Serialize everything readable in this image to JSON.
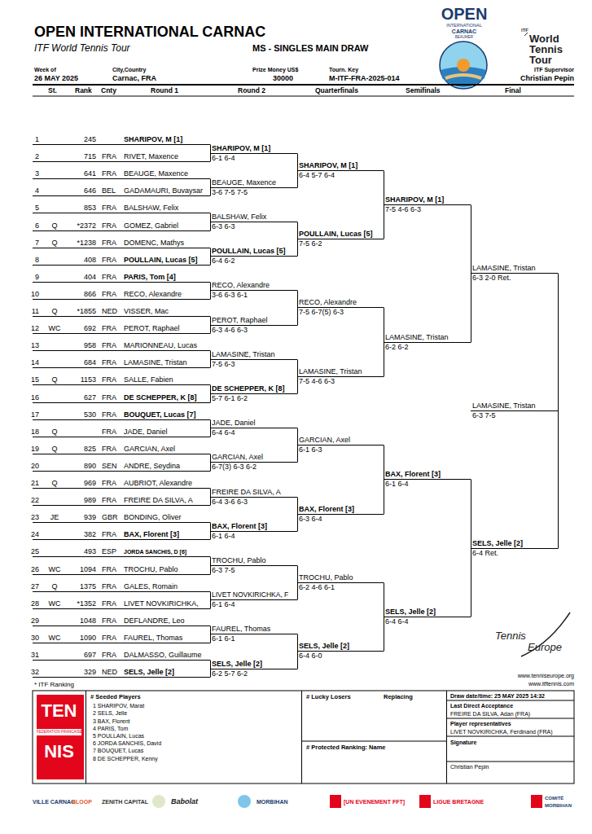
{
  "diagram": {
    "title": "OPEN INTERNATIONAL CARNAC",
    "nodes": [
      {
        "text": [
          "TEN",
          "FEDERATION FRANCAISE",
          "NIS"
        ]
      },
      {
        "text": [
          "# Seeded Players",
          "1  SHARIPOV, Marat",
          "2  SELS, Jelle",
          "3  BAX, Florent",
          "4  PARIS, Tom",
          "5  POULLAIN, Lucas",
          "6  JORDA SANCHIS, David",
          "7  BOUQUET, Lucas",
          "8  DE SCHEPPER, Kenny"
        ]
      },
      {
        "text": [
          "# Lucky Losers",
          "Replacing",
          "# Protected Ranking: Name"
        ]
      },
      {
        "text": [
          "Draw date/time: 25 MAY 2025 14:32",
          "Last Direct Acceptance",
          "FREIRE DA SILVA, Adan (FRA)",
          "Player representatives",
          "LIVET NOVKIRICHKA, Ferdinand (FRA)",
          "Signature",
          "Christian Pepin"
        ]
      }
    ],
    "labels": [
      "ITF World Tennis Tour",
      "MS - SINGLES MAIN DRAW",
      "OPEN",
      "INTERNATIONAL",
      "CARNAC",
      "BEAUMER",
      "ITF",
      "World",
      "Tennis",
      "Tour",
      "Week of",
      "26 MAY 2025",
      "City,Country",
      "Carnac, FRA",
      "Prize Money US$",
      "30000",
      "Tourn. Key",
      "M-ITF-FRA-2025-014",
      "ITF Supervisor",
      "Christian Pepin",
      "St.",
      "Rank",
      "Cnty",
      "Round 1",
      "Round 2",
      "Quarterfinals",
      "Semifinals",
      "Final",
      "1",
      "245",
      "SHARIPOV, M [1]",
      "2",
      "715",
      "FRA",
      "RIVET, Maxence",
      "3",
      "641",
      "FRA",
      "BEAUGE, Maxence",
      "4",
      "646",
      "BEL",
      "GADAMAURI, Buvaysar",
      "5",
      "853",
      "FRA",
      "BALSHAW, Felix",
      "6",
      "Q",
      "*2372",
      "FRA",
      "GOMEZ, Gabriel",
      "7",
      "Q",
      "*1238",
      "FRA",
      "DOMENC, Mathys",
      "8",
      "408",
      "FRA",
      "POULLAIN, Lucas [5]",
      "9",
      "404",
      "FRA",
      "PARIS, Tom [4]",
      "10",
      "866",
      "FRA",
      "RECO, Alexandre",
      "11",
      "Q",
      "*1855",
      "NED",
      "VISSER, Mac",
      "12",
      "WC",
      "692",
      "FRA",
      "PEROT, Raphael",
      "13",
      "958",
      "FRA",
      "MARIONNEAU, Lucas",
      "14",
      "684",
      "FRA",
      "LAMASINE, Tristan",
      "15",
      "Q",
      "1153",
      "FRA",
      "SALLE, Fabien",
      "16",
      "627",
      "FRA",
      "DE SCHEPPER, K [8]",
      "17",
      "530",
      "FRA",
      "BOUQUET, Lucas [7]",
      "18",
      "Q",
      "FRA",
      "JADE, Daniel",
      "19",
      "Q",
      "825",
      "FRA",
      "GARCIAN, Axel",
      "20",
      "890",
      "SEN",
      "ANDRE, Seydina",
      "21",
      "Q",
      "969",
      "FRA",
      "AUBRIOT, Alexandre",
      "22",
      "989",
      "FRA",
      "FREIRE DA SILVA, A",
      "23",
      "JE",
      "939",
      "GBR",
      "BONDING, Oliver",
      "24",
      "382",
      "FRA",
      "BAX, Florent [3]",
      "25",
      "493",
      "ESP",
      "JORDA SANCHIS, D [6]",
      "26",
      "WC",
      "1094",
      "FRA",
      "TROCHU, Pablo",
      "27",
      "Q",
      "1375",
      "FRA",
      "GALES, Romain",
      "28",
      "WC",
      "*1352",
      "FRA",
      "LIVET NOVKIRICHKA,",
      "29",
      "1048",
      "FRA",
      "DEFLANDRE, Leo",
      "30",
      "WC",
      "1090",
      "FRA",
      "FAUREL, Thomas",
      "31",
      "697",
      "FRA",
      "DALMASSO, Guillaume",
      "32",
      "329",
      "NED",
      "SELS, Jelle [2]",
      "SHARIPOV, M [1]",
      "6-1 6-4",
      "BEAUGE, Maxence",
      "3-6 7-5 7-5",
      "BALSHAW, Felix",
      "6-3 6-3",
      "POULLAIN, Lucas [5]",
      "6-4 6-2",
      "RECO, Alexandre",
      "3-6 6-3 6-1",
      "PEROT, Raphael",
      "6-3 4-6 6-3",
      "LAMASINE, Tristan",
      "7-5 6-3",
      "DE SCHEPPER, K [8]",
      "5-7 6-1 6-2",
      "JADE, Daniel",
      "6-4 6-4",
      "GARCIAN, Axel",
      "6-7(3) 6-3 6-2",
      "FREIRE DA SILVA, A",
      "6-4 3-6 6-3",
      "BAX, Florent [3]",
      "6-1 6-4",
      "TROCHU, Pablo",
      "6-3 7-5",
      "LIVET NOVKIRICHKA, F",
      "6-1 6-4",
      "FAUREL, Thomas",
      "6-1 6-1",
      "SELS, Jelle [2]",
      "6-2 5-7 6-2",
      "SHARIPOV, M [1]",
      "6-4 5-7 6-4",
      "POULLAIN, Lucas [5]",
      "7-5 6-2",
      "RECO, Alexandre",
      "7-5 6-7(5) 6-3",
      "LAMASINE, Tristan",
      "7-5 4-6 6-3",
      "GARCIAN, Axel",
      "6-1 6-3",
      "BAX, Florent [3]",
      "6-3 6-4",
      "TROCHU, Pablo",
      "6-2 4-6 6-1",
      "SELS, Jelle [2]",
      "6-4 6-0",
      "SHARIPOV, M [1]",
      "7-5 4-6 6-3",
      "LAMASINE, Tristan",
      "6-2 6-2",
      "BAX, Florent [3]",
      "6-1 6-4",
      "SELS, Jelle [2]",
      "6-4 6-4",
      "LAMASINE, Tristan",
      "6-3 2-0 Ret.",
      "SELS, Jelle [2]",
      "6-4 Ret.",
      "LAMASINE, Tristan",
      "6-3 7-5",
      "* ITF Ranking",
      "Tennis",
      "Europe",
      "www.tenniseurope.org",
      "www.itftennis.com",
      "VILLE CARNAC",
      "BLOOP",
      "ZENITH CAPITAL",
      "Babolat",
      "MORBIHAN",
      "[UN EVENEMENT FFT]",
      "LIGUE BRETAGNE",
      "COMITÉ MORBIHAN"
    ]
  }
}
